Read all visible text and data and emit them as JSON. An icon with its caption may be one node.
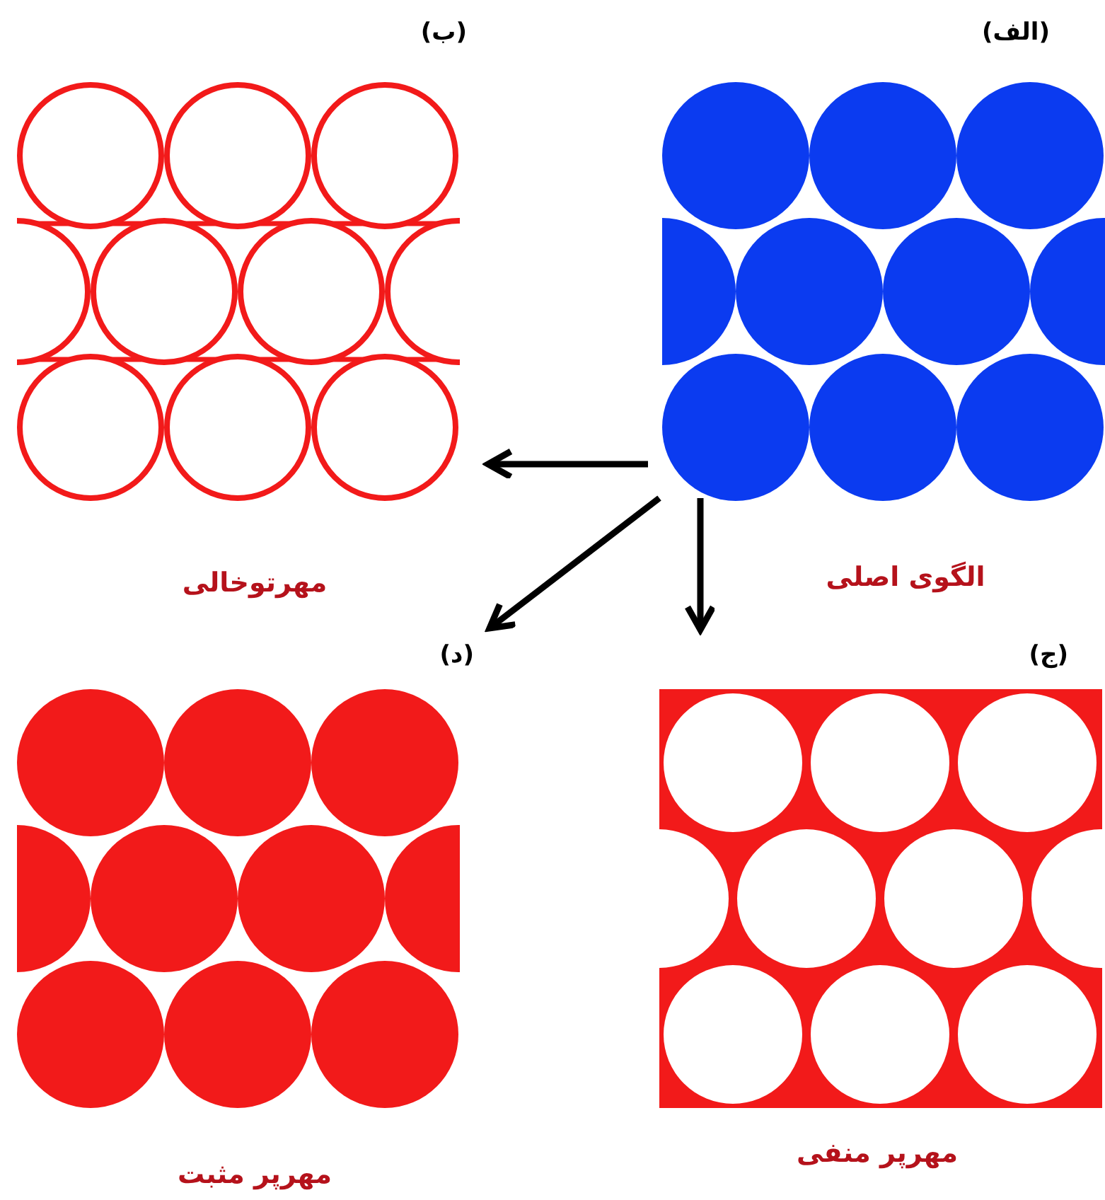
{
  "diagram": {
    "nodes": [
      {
        "text": [
          "(الف)"
        ],
        "beside": [
          "الگوی اصلی"
        ]
      },
      {
        "text": [
          "(ب)"
        ],
        "beside": [
          "مهرتوخالی"
        ]
      },
      {
        "text": [
          "(ج)"
        ],
        "beside": [
          "مهرپر منفی"
        ]
      },
      {
        "text": [
          "(د)"
        ],
        "beside": [
          "مهرپر مثبت"
        ]
      }
    ],
    "edges": [
      {
        "from": 0,
        "to": 1,
        "arrow": "to"
      },
      {
        "from": 0,
        "to": 3,
        "arrow": "to"
      },
      {
        "from": 0,
        "to": 2,
        "arrow": "to"
      }
    ]
  }
}
